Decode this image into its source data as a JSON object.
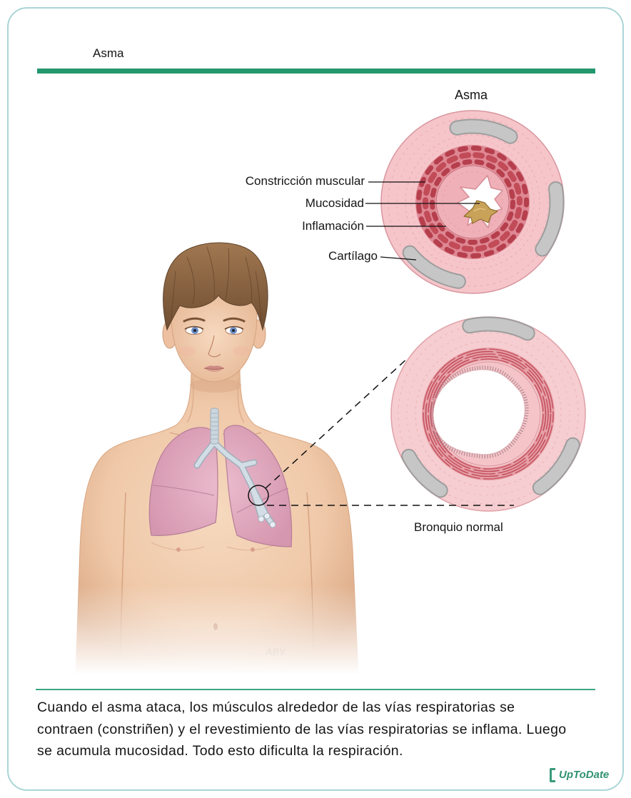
{
  "figure": {
    "title": "Asma"
  },
  "diagram": {
    "asthma_heading": "Asma",
    "labels": {
      "muscle_constriction": "Constricción muscular",
      "mucus": "Mucosidad",
      "inflammation": "Inflamación",
      "cartilage": "Cartílago"
    },
    "normal_label": "Bronquio normal",
    "artist_signature": "ABY"
  },
  "caption": {
    "lines": [
      "Cuando el asma ataca, los músculos alrededor de las vías respiratorias se",
      "contraen (constriñen) y el revestimiento de las vías respiratorias se inflama. Luego",
      "se acumula mucosidad. Todo esto dificulta la respiración."
    ]
  },
  "logo": {
    "text": "UpToDate"
  },
  "colors": {
    "accent_bar": "#23976d",
    "frame": "#aad5d8",
    "logo": "#2f9273"
  }
}
